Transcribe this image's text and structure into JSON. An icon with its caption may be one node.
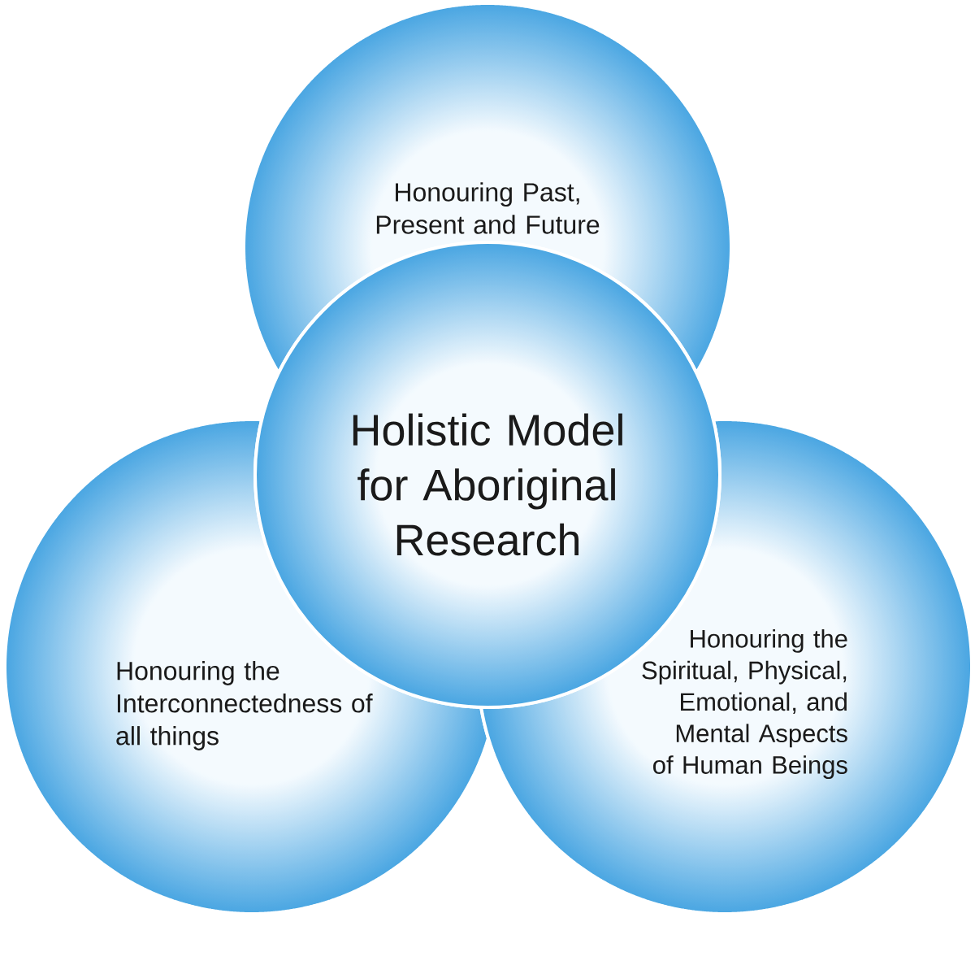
{
  "diagram": {
    "nodes": [
      {
        "text": [
          "Honouring Past, Present and Future"
        ]
      },
      {
        "text": [
          "Holistic Model for Aboriginal Research"
        ]
      },
      {
        "text": [
          "Honouring the Interconnectedness of all things"
        ]
      },
      {
        "text": [
          "Honouring the Spiritual, Physical, Emotional, and Mental Aspects of Human Beings"
        ]
      }
    ]
  }
}
